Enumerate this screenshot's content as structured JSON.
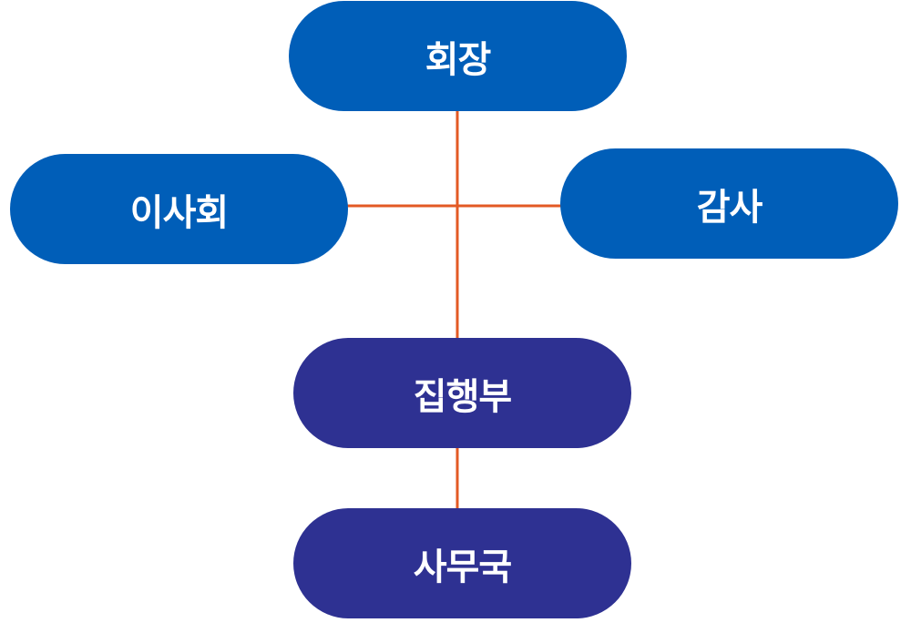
{
  "colors": {
    "upper_node": "#005EB8",
    "lower_node": "#2E3192",
    "connector": "#E35A24",
    "text": "#FFFFFF"
  },
  "nodes": {
    "president": "회장",
    "board": "이사회",
    "auditor": "감사",
    "executive": "집행부",
    "secretariat": "사무국"
  }
}
